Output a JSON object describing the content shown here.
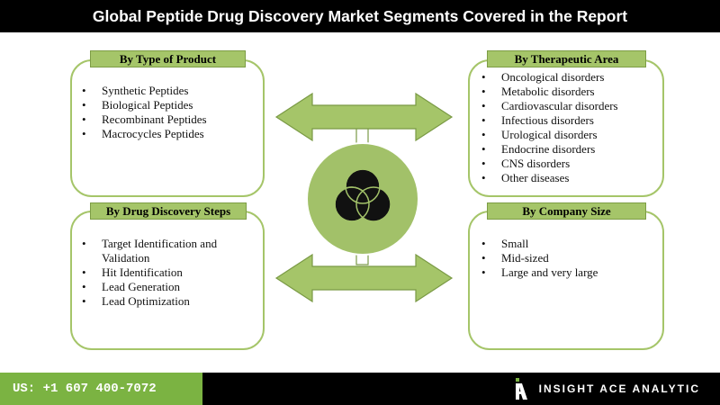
{
  "title": "Global Peptide Drug Discovery Market Segments Covered in the Report",
  "colors": {
    "accent_green": "#a5c569",
    "circle_green": "#a2c169",
    "footer_green": "#7bb342",
    "dark": "#000000"
  },
  "segments": {
    "product": {
      "label": "By  Type of Product",
      "items": [
        "Synthetic Peptides",
        "Biological Peptides",
        "Recombinant Peptides",
        "Macrocycles Peptides"
      ]
    },
    "therapeutic": {
      "label": "By Therapeutic Area",
      "items": [
        "Oncological disorders",
        "Metabolic disorders",
        "Cardiovascular disorders",
        "Infectious disorders",
        "Urological disorders",
        "Endocrine disorders",
        "CNS disorders",
        "Other diseases"
      ]
    },
    "steps": {
      "label": "By Drug Discovery Steps",
      "items": [
        "Target Identification and",
        "Validation",
        "Hit Identification",
        "Lead Generation",
        "Lead Optimization"
      ]
    },
    "company": {
      "label": "By Company Size",
      "items": [
        "Small",
        "Mid-sized",
        "Large and very large"
      ]
    }
  },
  "center_icon": "three-circles-venn-icon",
  "footer": {
    "phone": "US: +1 607 400-7072",
    "brand": "INSIGHT ACE ANALYTIC",
    "logo_icon": "insight-ace-logo-icon"
  }
}
